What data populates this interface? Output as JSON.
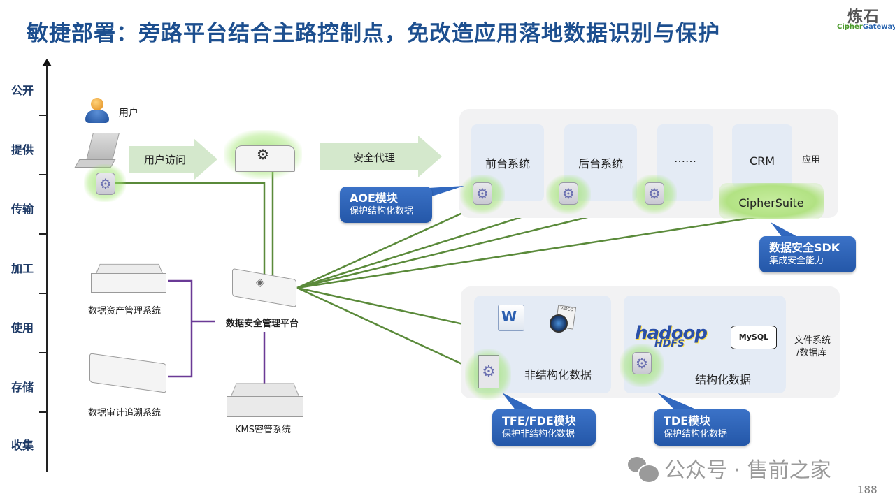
{
  "header": {
    "title": "敏捷部署：旁路平台结合主路控制点，免改造应用落地数据识别与保护",
    "logo_cn": "炼石",
    "logo_en_part1": "Cipher",
    "logo_en_part2": "Gateway"
  },
  "axis": {
    "icon": "up-arrow-icon",
    "labels": [
      "公开",
      "提供",
      "传输",
      "加工",
      "使用",
      "存储",
      "收集"
    ]
  },
  "user": {
    "label": "用户",
    "icon": "user-avatar-icon"
  },
  "flow": {
    "user_access": "用户访问",
    "security_proxy": "安全代理"
  },
  "apps": {
    "layer_label": "应用",
    "cards": [
      "前台系统",
      "后台系统",
      "……",
      "CRM"
    ],
    "sdk_box": "CipherSuite"
  },
  "storage": {
    "layer_label_line1": "文件系统",
    "layer_label_line2": "/数据库",
    "unstructured_label": "非结构化数据",
    "structured_label": "结构化数据",
    "hadoop_label": "hadoop",
    "hdfs_label": "HDFS",
    "mysql_label": "MySQL",
    "video_label": "VIDEO",
    "word_label": "W"
  },
  "callouts": {
    "aoe": {
      "title": "AOE模块",
      "subtitle": "保护结构化数据"
    },
    "sdk": {
      "title": "数据安全SDK",
      "subtitle": "集成安全能力"
    },
    "tfe": {
      "title": "TFE/FDE模块",
      "subtitle": "保护非结构化数据"
    },
    "tde": {
      "title": "TDE模块",
      "subtitle": "保护结构化数据"
    }
  },
  "devices": {
    "asset_mgmt": "数据资产管理系统",
    "audit": "数据审计追溯系统",
    "platform": "数据安全管理平台",
    "kms": "KMS密管系统"
  },
  "colors": {
    "title": "#1d4f8f",
    "green_line": "#5a8a3a",
    "purple_line": "#6a3a96",
    "callout": "#2f66bb",
    "glow": "#8cdc5a"
  },
  "footer": {
    "watermark": "公众号 · 售前之家",
    "page_number": "188"
  }
}
